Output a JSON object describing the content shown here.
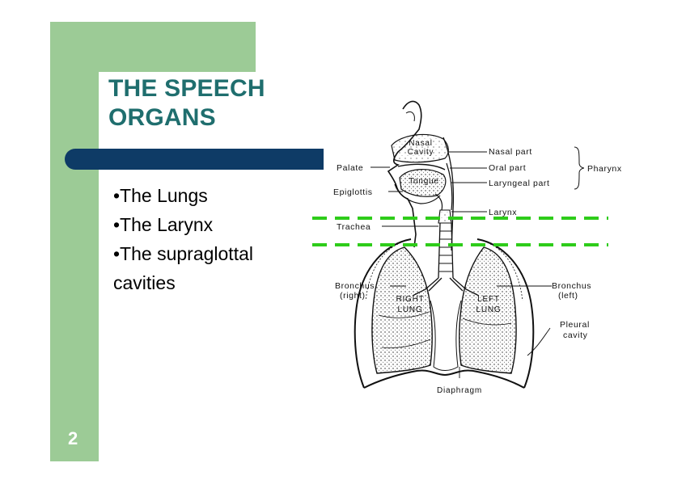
{
  "slide": {
    "title_lines": [
      "THE SPEECH",
      "ORGANS"
    ],
    "bullets": [
      "•The Lungs",
      "•The Larynx",
      "•The supraglottal",
      "cavities"
    ],
    "page_number": "2"
  },
  "diagram": {
    "labels": {
      "nasal_cavity_1": "Nasal",
      "nasal_cavity_2": "Cavity",
      "tongue": "Tongue",
      "palate": "Palate",
      "epiglottis": "Epiglottis",
      "trachea": "Trachea",
      "nasal_part": "Nasal part",
      "oral_part": "Oral part",
      "laryngeal_part": "Laryngeal part",
      "pharynx": "Pharynx",
      "larynx": "Larynx",
      "bronchus_right_1": "Bronchus",
      "bronchus_right_2": "(right)",
      "bronchus_left_1": "Bronchus",
      "bronchus_left_2": "(left)",
      "right_lung_1": "RIGHT",
      "right_lung_2": "LUNG",
      "left_lung_1": "LEFT",
      "left_lung_2": "LUNG",
      "pleural_1": "Pleural",
      "pleural_2": "cavity",
      "diaphragm": "Diaphragm"
    },
    "colors": {
      "guide_lines": "#2ecc1a",
      "stipple": "#000000"
    }
  }
}
